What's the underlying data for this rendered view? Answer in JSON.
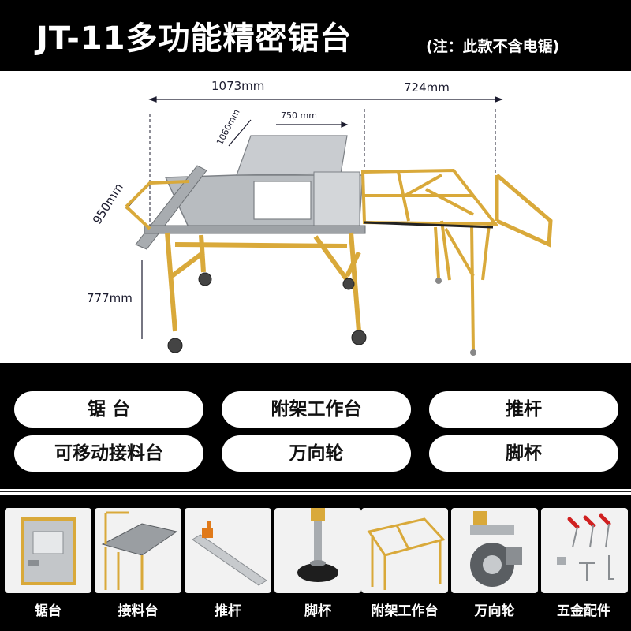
{
  "header": {
    "title": "JT-11多功能精密锯台",
    "note": "(注：此款不含电锯)"
  },
  "dimensions": {
    "total_left_width": "1073mm",
    "extension_width": "724mm",
    "top_width": "750 mm",
    "top_depth": "1060mm",
    "side_depth": "950mm",
    "height": "777mm"
  },
  "parts": [
    "锯 台",
    "附架工作台",
    "推杆",
    "可移动接料台",
    "万向轮",
    "脚杯"
  ],
  "thumbnails": [
    {
      "label": "锯台",
      "icon": "saw-table-icon"
    },
    {
      "label": "接料台",
      "icon": "receiving-table-icon"
    },
    {
      "label": "推杆",
      "icon": "push-rod-icon"
    },
    {
      "label": "脚杯",
      "icon": "leveling-foot-icon"
    },
    {
      "label": "附架工作台",
      "icon": "auxiliary-frame-icon"
    },
    {
      "label": "万向轮",
      "icon": "caster-wheel-icon"
    },
    {
      "label": "五金配件",
      "icon": "hardware-parts-icon"
    }
  ],
  "colors": {
    "background": "#000000",
    "frame_gold": "#d9a93a",
    "table_silver": "#b8bcc0",
    "pill": "#ffffff",
    "dimension_line": "#1b1b2e"
  }
}
